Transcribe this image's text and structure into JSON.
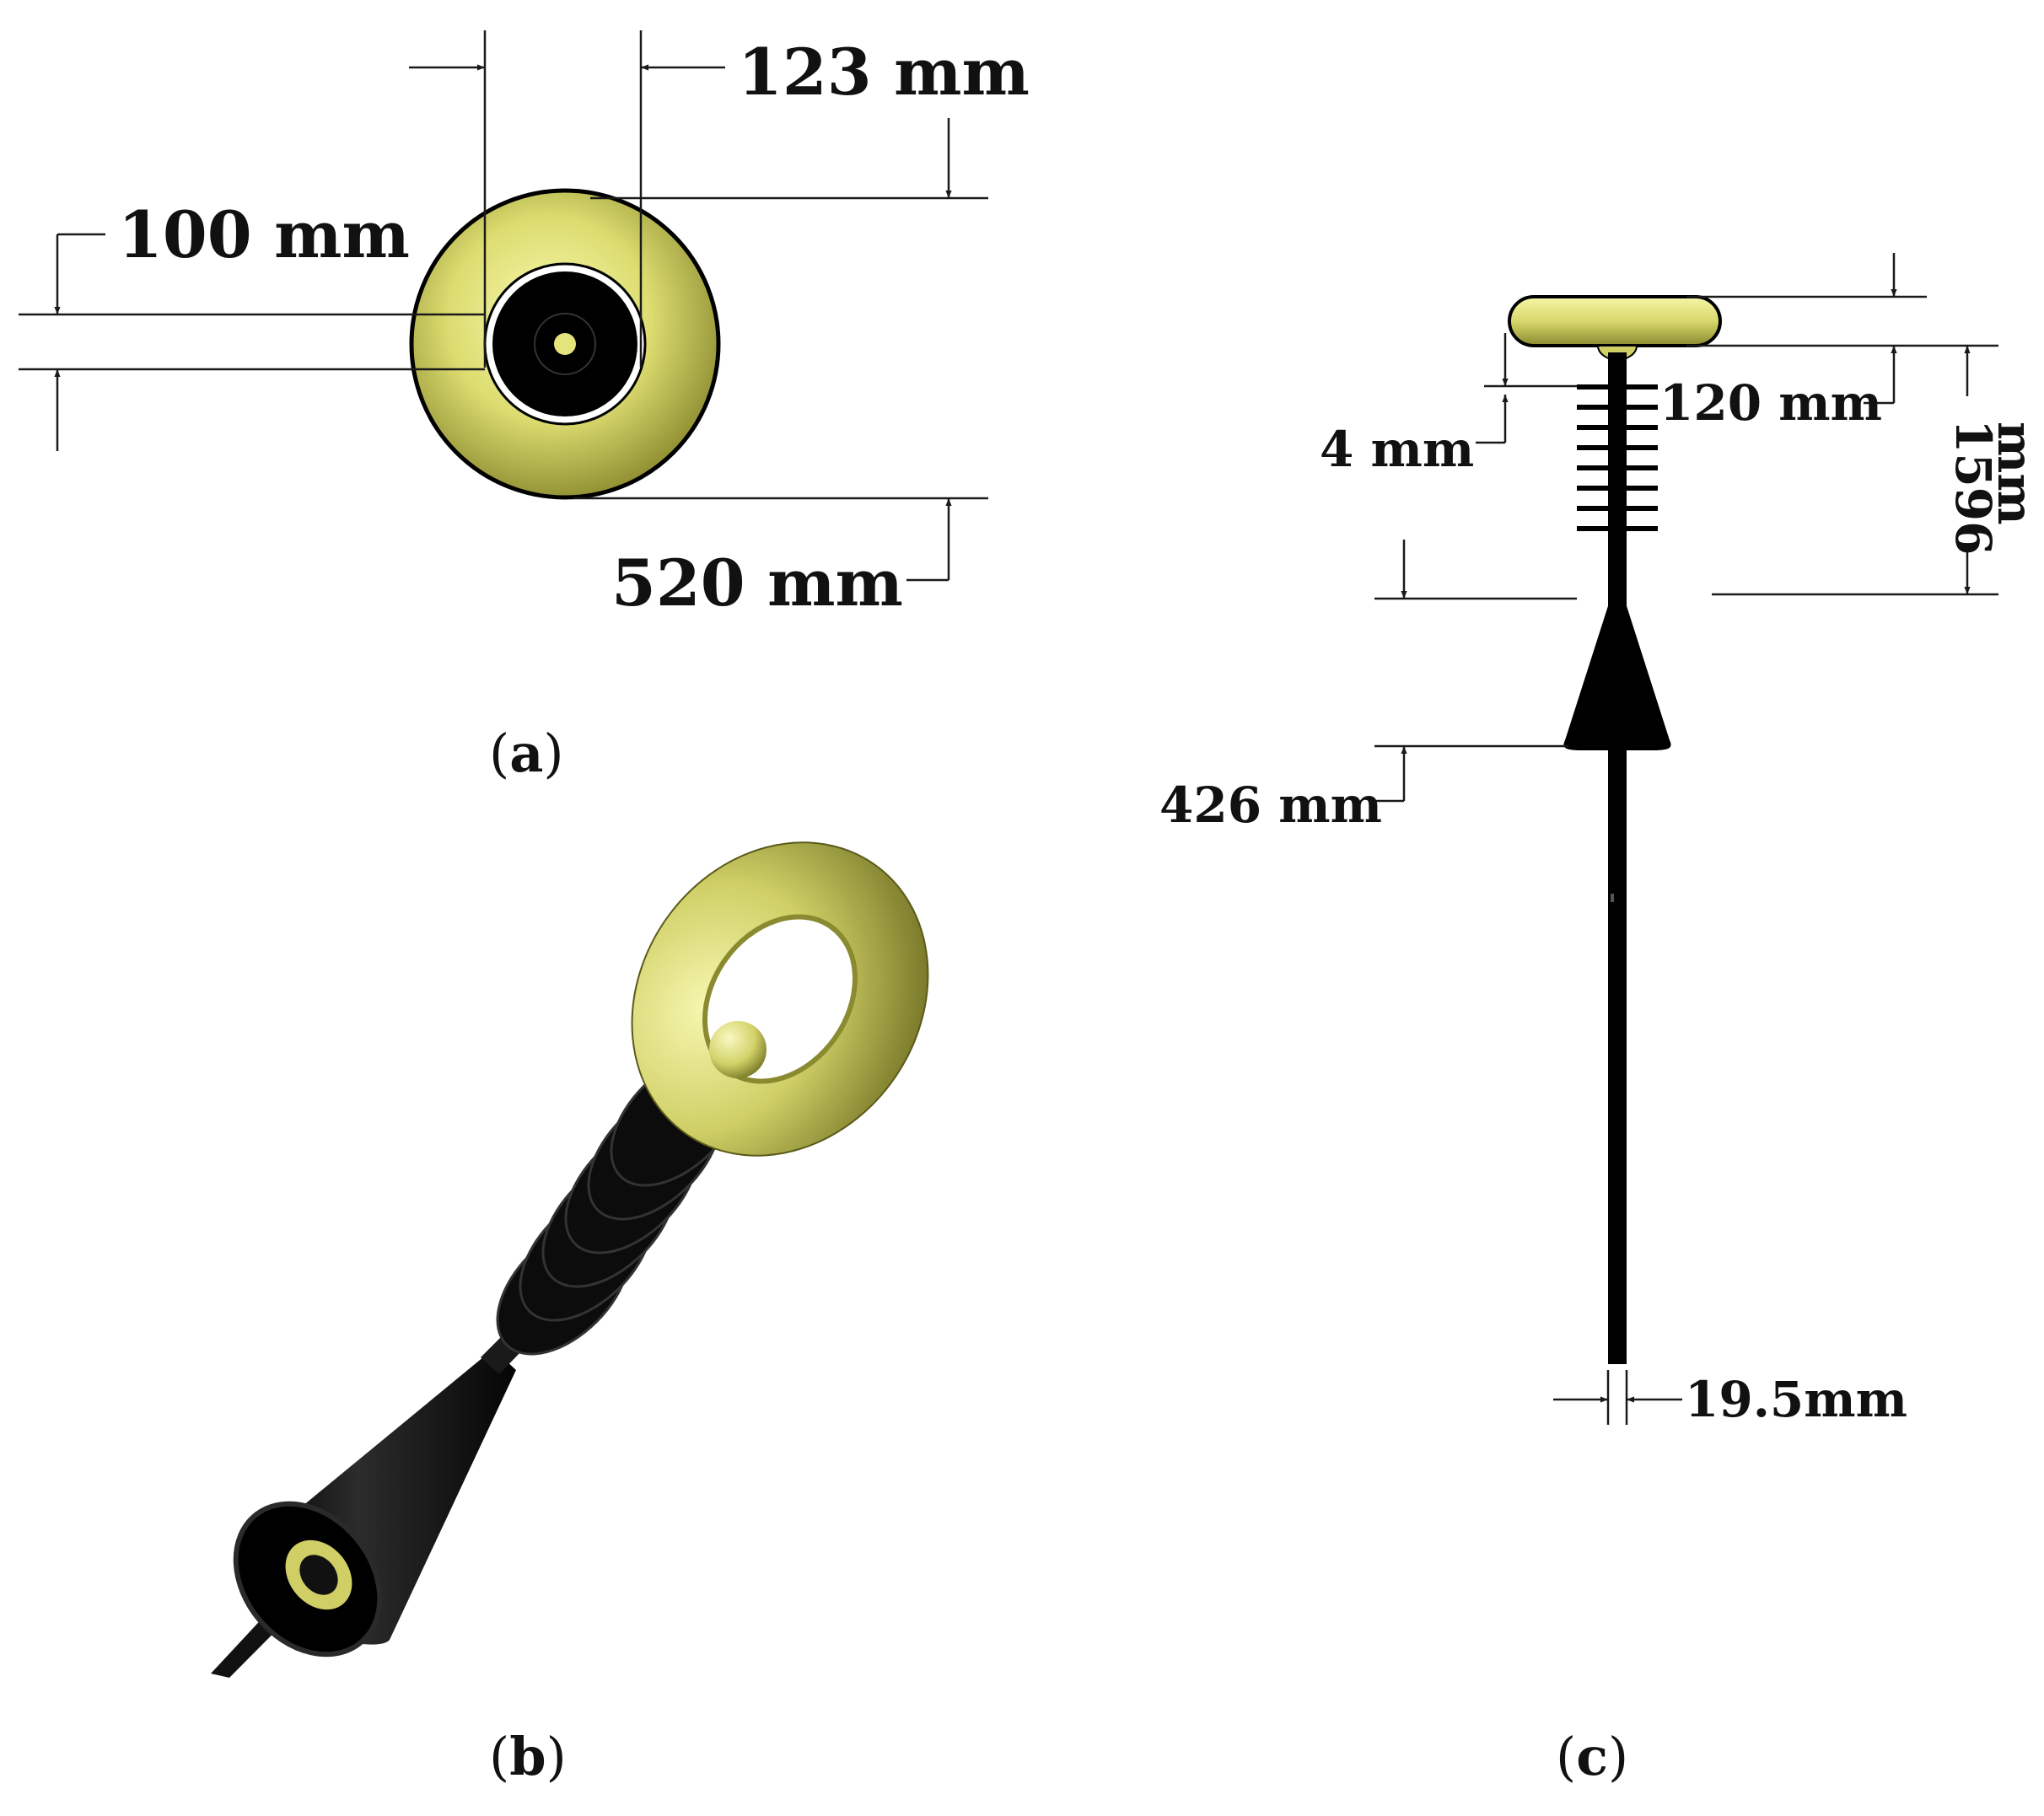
{
  "panels": {
    "a": {
      "caption_letter": "a",
      "dimensions": {
        "outer_diameter": "520 mm",
        "inner_opening": "123 mm",
        "tube": "100 mm"
      }
    },
    "b": {
      "caption_letter": "b"
    },
    "c": {
      "caption_letter": "c",
      "dimensions": {
        "ring_height": "120 mm",
        "gap": "4 mm",
        "height": "1596",
        "height_unit": "mm",
        "cone": "426 mm",
        "rod": "19.5mm"
      }
    }
  },
  "colors": {
    "corona_ring": "#d8d86c",
    "ring_shadow": "#7c7c2a",
    "insulator": "#111111",
    "dimension_line": "#1a1a1a",
    "background": "#ffffff"
  }
}
